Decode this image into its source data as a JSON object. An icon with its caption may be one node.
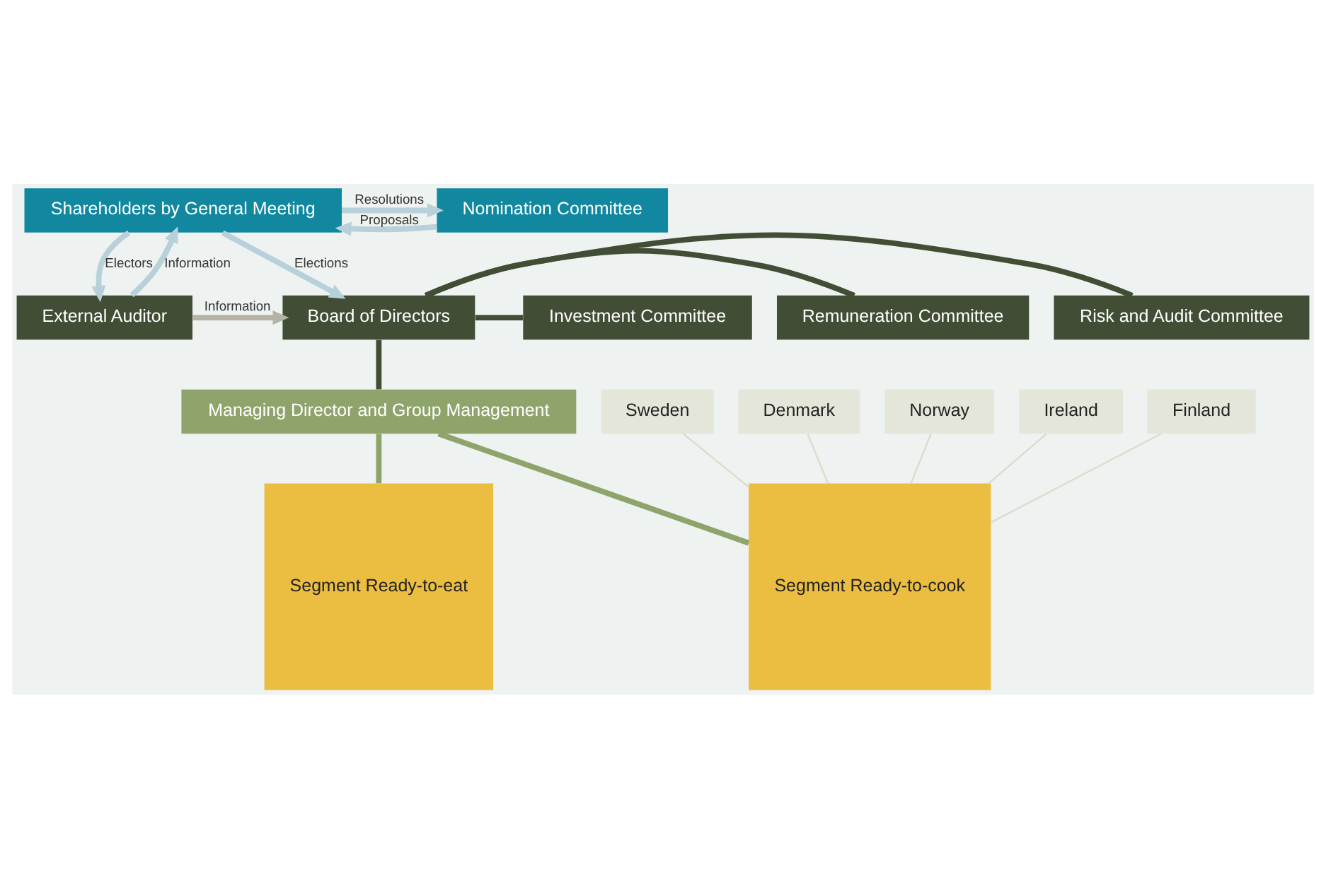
{
  "diagram": {
    "nodes": [
      {
        "text": [
          "Shareholders by General Meeting"
        ]
      },
      {
        "text": [
          "Nomination Committee"
        ]
      },
      {
        "text": [
          "External Auditor"
        ]
      },
      {
        "text": [
          "Board of Directors"
        ]
      },
      {
        "text": [
          "Risk and Audit Committee"
        ]
      },
      {
        "text": [
          "Remuneration Committee"
        ]
      },
      {
        "text": [
          "Investment Committee"
        ]
      },
      {
        "text": [
          "Managing Director and Group Management"
        ]
      },
      {
        "text": [
          "Sweden"
        ]
      },
      {
        "text": [
          "Denmark"
        ]
      },
      {
        "text": [
          "Norway"
        ]
      },
      {
        "text": [
          "Ireland"
        ]
      },
      {
        "text": [
          "Finland"
        ]
      },
      {
        "text": [
          "Segment Ready-to-cook"
        ]
      },
      {
        "text": [
          "Segment Ready-to-eat"
        ]
      }
    ],
    "edges": [
      {
        "from": 0,
        "to": 2,
        "arrow": "to",
        "label": "Electors",
        "color": "#b8d0da"
      },
      {
        "from": 2,
        "to": 0,
        "arrow": "to",
        "label": "Information",
        "color": "#b8d0da"
      },
      {
        "from": 0,
        "to": 1,
        "arrow": "to",
        "label": "Resolutions",
        "color": "#b8d0da"
      },
      {
        "from": 1,
        "to": 0,
        "arrow": "to",
        "label": "Proposals",
        "color": "#b8d0da"
      },
      {
        "from": 0,
        "to": 3,
        "arrow": "to",
        "label": "Elections",
        "color": "#b8d0da"
      },
      {
        "from": 2,
        "to": 3,
        "arrow": "to",
        "label": "Information",
        "color": "#b5b3a5"
      },
      {
        "from": 3,
        "to": 4,
        "arrow": "none",
        "color": "#424d35"
      },
      {
        "from": 3,
        "to": 5,
        "arrow": "none",
        "color": "#424d35"
      },
      {
        "from": 3,
        "to": 6,
        "arrow": "none",
        "color": "#424d35"
      },
      {
        "from": 3,
        "to": 7,
        "arrow": "none",
        "color": "#424d35"
      },
      {
        "from": 7,
        "to": 13,
        "arrow": "none",
        "color": "#8fa46a"
      },
      {
        "from": 7,
        "to": 14,
        "arrow": "none",
        "color": "#8fa46a"
      },
      {
        "from": 8,
        "to": 13,
        "arrow": "none",
        "color": "#dcdccb"
      },
      {
        "from": 9,
        "to": 13,
        "arrow": "none",
        "color": "#dcdccb"
      },
      {
        "from": 10,
        "to": 13,
        "arrow": "none",
        "color": "#dcdccb"
      },
      {
        "from": 11,
        "to": 13,
        "arrow": "none",
        "color": "#dcdccb"
      },
      {
        "from": 12,
        "to": 13,
        "arrow": "none",
        "color": "#dcdccb"
      }
    ]
  }
}
